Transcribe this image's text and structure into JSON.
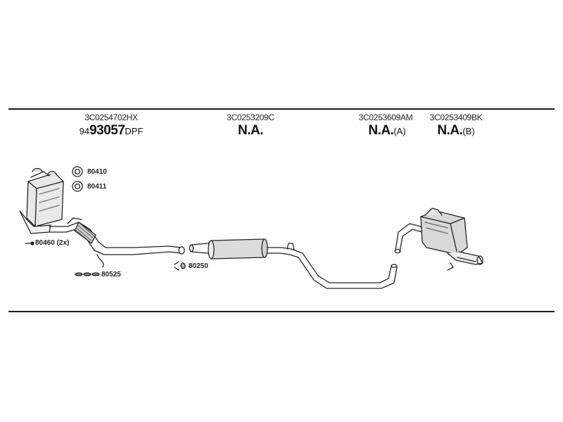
{
  "parts": [
    {
      "code": "3C0254702HX",
      "pn_prefix": "94",
      "pn_main": "93057",
      "pn_suffix": "DPF"
    },
    {
      "code": "3C0253209C",
      "pn_prefix": "",
      "pn_main": "N.A.",
      "pn_suffix": ""
    },
    {
      "code": "3C0253609AM",
      "pn_prefix": "",
      "pn_main": "N.A.",
      "pn_suffix": "(A)"
    },
    {
      "code": "3C0253409BK",
      "pn_prefix": "",
      "pn_main": "N.A.",
      "pn_suffix": "(B)"
    }
  ],
  "accessories": {
    "gasket_1": "80410",
    "gasket_2": "80411",
    "clamp": "80460 (2x)",
    "hanger_kit": "80525",
    "mount": "80250"
  }
}
